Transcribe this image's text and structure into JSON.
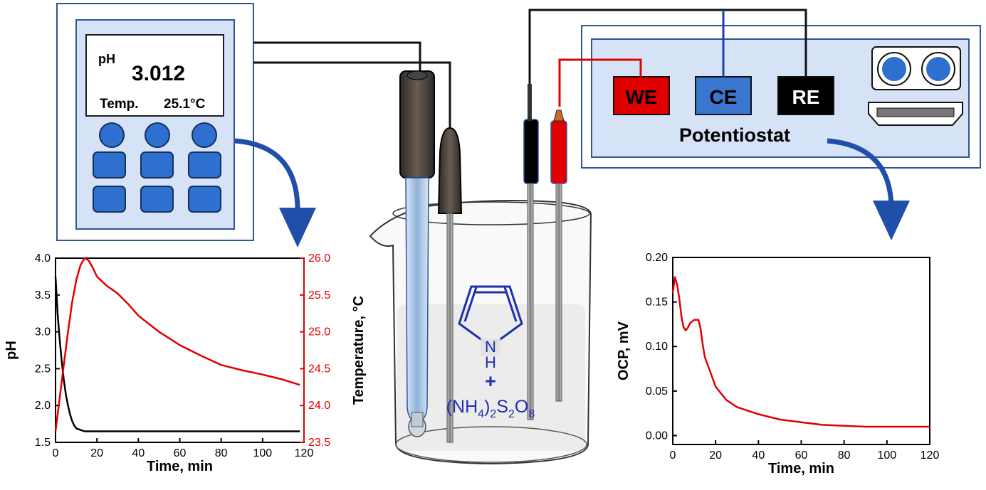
{
  "meter": {
    "ph_label": "pH",
    "ph_value": "3.012",
    "temp_label": "Temp.",
    "temp_value": "25.1°C"
  },
  "potentiostat": {
    "title": "Potentiostat",
    "we": "WE",
    "ce": "CE",
    "re": "RE"
  },
  "beaker": {
    "plus": "+",
    "nh": "N",
    "h": "H",
    "oxidant": {
      "p1": "(NH",
      "s1": "4",
      "p2": ")",
      "s2": "2",
      "p3": "S",
      "s3": "2",
      "p4": "O",
      "s4": "8"
    }
  },
  "chart_data": [
    {
      "type": "line",
      "xlabel": "Time, min",
      "ylabel": "pH",
      "y2label": "Temperature, °C",
      "xlim": [
        0,
        120
      ],
      "ylim": [
        1.5,
        4.0
      ],
      "y2lim": [
        23.5,
        26.0
      ],
      "xticks": [
        "0",
        "20",
        "40",
        "60",
        "80",
        "100",
        "120"
      ],
      "yticks": [
        "1.5",
        "2.0",
        "2.5",
        "3.0",
        "3.5",
        "4.0"
      ],
      "y2ticks": [
        "23.5",
        "24.0",
        "24.5",
        "25.0",
        "25.5",
        "26.0"
      ],
      "series": [
        {
          "axis": "left",
          "color": "#000000",
          "x": [
            0,
            1,
            2,
            3,
            4,
            5,
            6,
            7,
            8,
            9,
            10,
            12,
            14,
            16,
            20,
            40,
            60,
            80,
            100,
            118
          ],
          "y": [
            3.75,
            3.25,
            2.9,
            2.6,
            2.35,
            2.15,
            2.0,
            1.88,
            1.79,
            1.73,
            1.69,
            1.67,
            1.65,
            1.65,
            1.65,
            1.65,
            1.65,
            1.65,
            1.65,
            1.65
          ]
        },
        {
          "axis": "right",
          "color": "#e00000",
          "x": [
            0,
            2,
            4,
            6,
            8,
            10,
            12,
            14,
            16,
            18,
            20,
            25,
            30,
            35,
            40,
            50,
            60,
            70,
            80,
            90,
            100,
            110,
            118
          ],
          "y": [
            23.65,
            24.1,
            24.55,
            25.0,
            25.4,
            25.7,
            25.9,
            26.0,
            25.97,
            25.87,
            25.75,
            25.62,
            25.52,
            25.38,
            25.22,
            25.0,
            24.82,
            24.68,
            24.55,
            24.48,
            24.42,
            24.35,
            24.28
          ]
        }
      ]
    },
    {
      "type": "line",
      "xlabel": "Time, min",
      "ylabel": "OCP, mV",
      "xlim": [
        0,
        120
      ],
      "ylim": [
        -0.01,
        0.2
      ],
      "xticks": [
        "0",
        "20",
        "40",
        "60",
        "80",
        "100",
        "120"
      ],
      "yticks": [
        "0.00",
        "0.05",
        "0.10",
        "0.15",
        "0.20"
      ],
      "series": [
        {
          "color": "#e00000",
          "x": [
            0,
            1,
            2,
            3,
            4,
            5,
            6,
            7,
            8,
            10,
            12,
            13,
            14,
            15,
            17,
            20,
            25,
            30,
            40,
            50,
            60,
            70,
            80,
            90,
            100,
            110,
            120
          ],
          "y": [
            0.16,
            0.178,
            0.17,
            0.155,
            0.135,
            0.122,
            0.118,
            0.121,
            0.126,
            0.13,
            0.13,
            0.12,
            0.102,
            0.088,
            0.075,
            0.055,
            0.04,
            0.032,
            0.024,
            0.018,
            0.015,
            0.012,
            0.011,
            0.01,
            0.01,
            0.01,
            0.01
          ]
        }
      ]
    }
  ]
}
